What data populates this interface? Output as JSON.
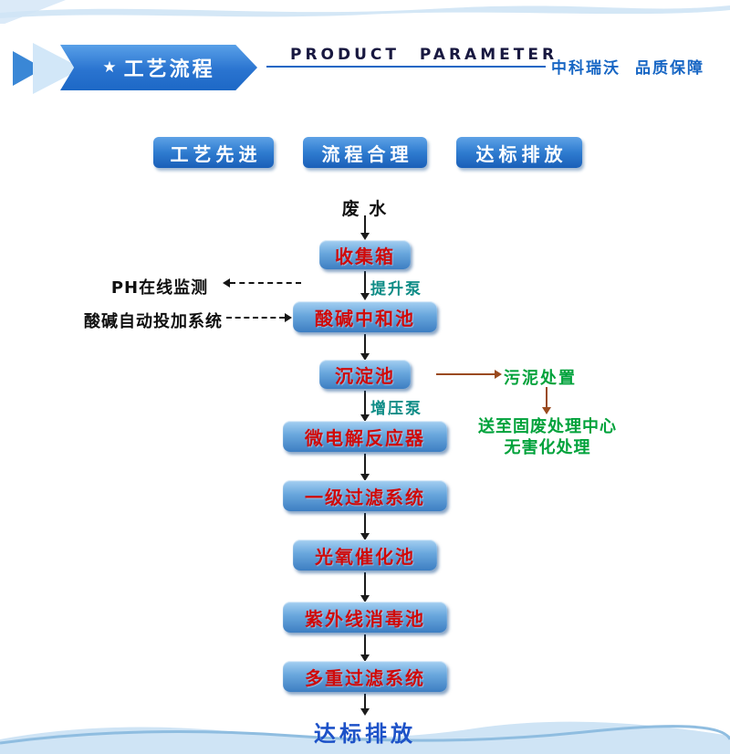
{
  "header": {
    "star": "★",
    "ribbon": "工艺流程",
    "title": "PRODUCT PARAMETER",
    "brand": "中科瑞沃",
    "tagline": "品质保障"
  },
  "badges": [
    "工艺先进",
    "流程合理",
    "达标排放"
  ],
  "flow": {
    "input": "废 水",
    "boxes": [
      "收集箱",
      "酸碱中和池",
      "沉淀池",
      "微电解反应器",
      "一级过滤系统",
      "光氧催化池",
      "紫外线消毒池",
      "多重过滤系统"
    ],
    "pumps": [
      "提升泵",
      "增压泵"
    ],
    "annotations": [
      "PH在线监测",
      "酸碱自动投加系统"
    ],
    "sludge": {
      "label": "污泥处置",
      "note1": "送至固废处理中心",
      "note2": "无害化处理"
    },
    "output": "达标排放"
  },
  "colors": {
    "box-text-red": "#CF0A0A",
    "pump-teal": "#0E8C86",
    "note-green": "#00A23B",
    "branch-brown": "#9A4A1E",
    "brand-blue": "#1766C4",
    "output-blue": "#1D52C8"
  }
}
